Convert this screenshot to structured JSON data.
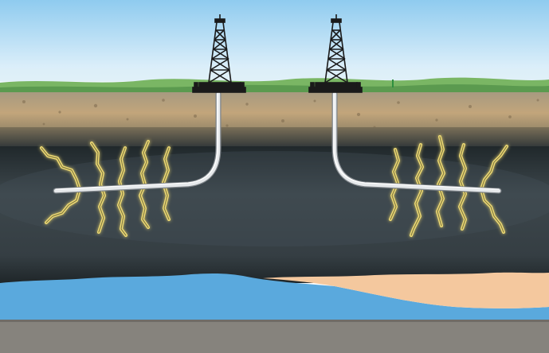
{
  "diagram": {
    "wells": [
      {
        "id": "left-well",
        "direction": "left"
      },
      {
        "id": "right-well",
        "direction": "right"
      }
    ],
    "layers": [
      "sky",
      "grass",
      "topsoil",
      "shale",
      "aquifer",
      "sand",
      "bedrock"
    ],
    "colors": {
      "sky_top": "#9fd0ee",
      "sky_bottom": "#eef7fb",
      "grass": "#6fae5a",
      "soil": "#b99e77",
      "shale_dark": "#2a3236",
      "shale_mid": "#3b454a",
      "pipe": "#d7dadc",
      "fracture": "#ecd66a",
      "aquifer": "#5aa9dd",
      "sand": "#f3c79c",
      "bedrock": "#85827d"
    }
  }
}
